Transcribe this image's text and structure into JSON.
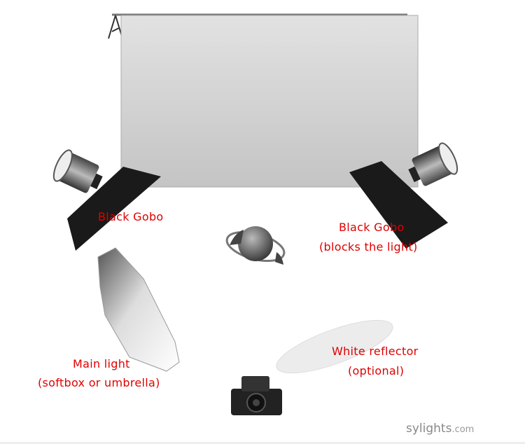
{
  "labels": {
    "gobo_left": "Black Gobo",
    "gobo_right": "Black Gobo",
    "gobo_right_note": "(blocks the light)",
    "reflector": "White reflector",
    "reflector_note": "(optional)",
    "main_light": "Main light",
    "main_light_note": "(softbox or umbrella)"
  },
  "logo": {
    "name": "sylights",
    "suffix": ".com"
  },
  "colors": {
    "label": "#e00000",
    "gobo": "#1a1a1a",
    "backdrop": "#d0d0d0"
  }
}
